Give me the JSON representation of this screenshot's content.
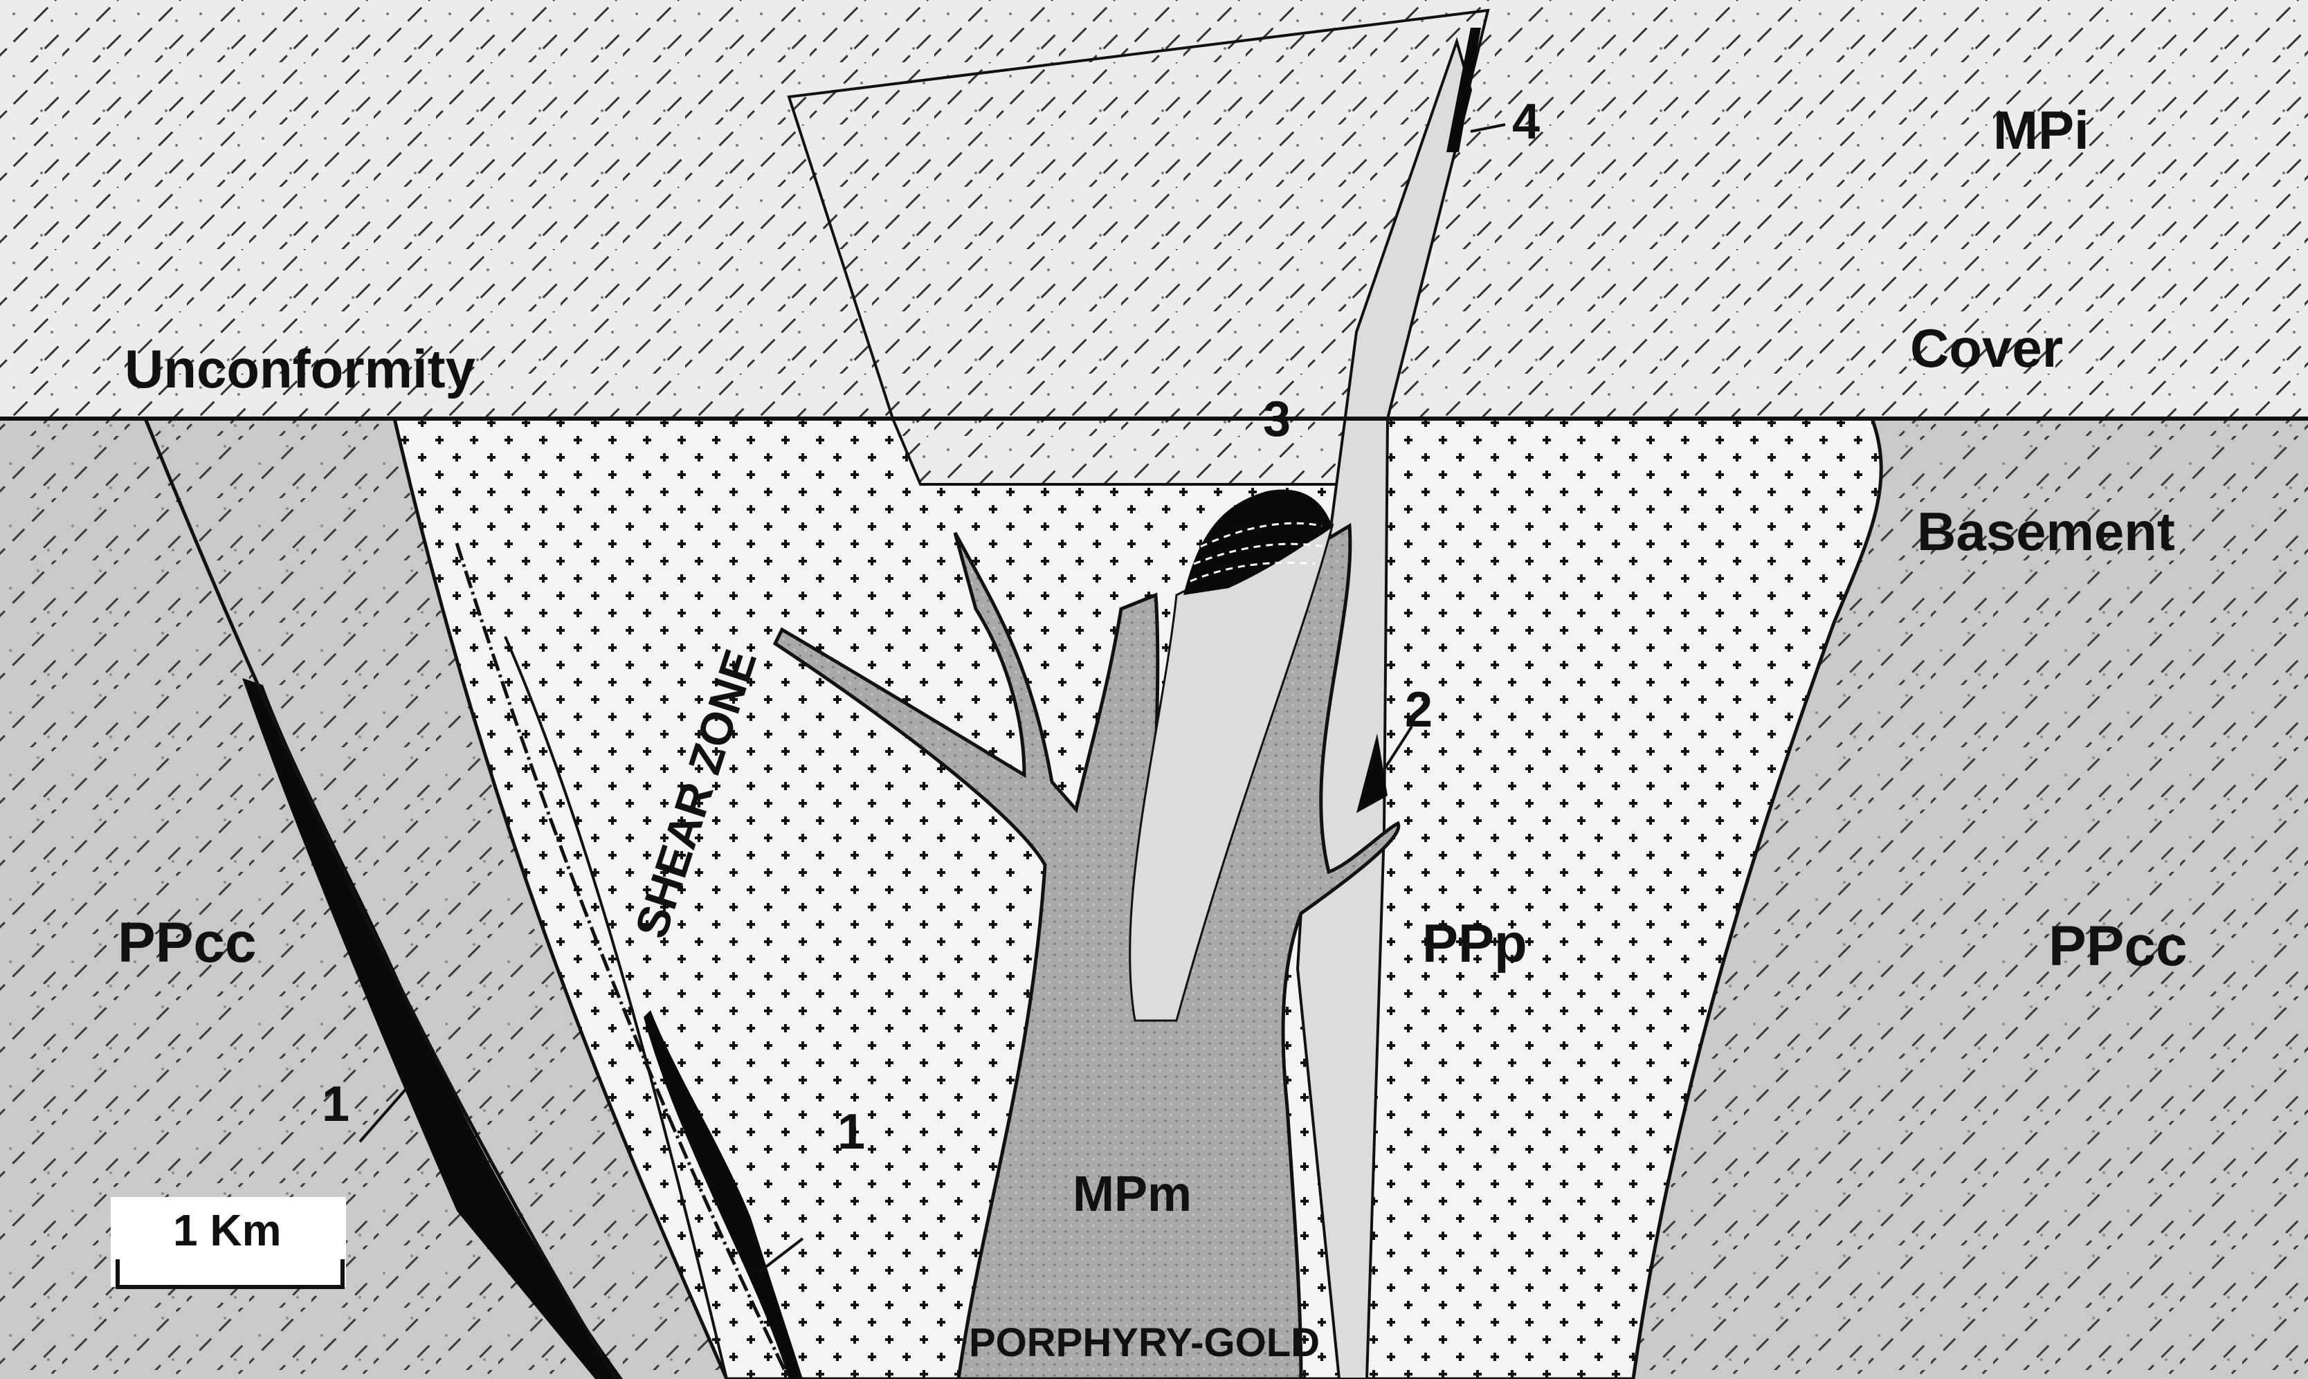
{
  "labels": {
    "unit_mpi": "MPi",
    "cover": "Cover",
    "unconformity": "Unconformity",
    "basement": "Basement",
    "ppcc_left": "PPcc",
    "ppcc_right": "PPcc",
    "ppp": "PPp",
    "mpm": "MPm",
    "porphyry_gold": "PORPHYRY-GOLD",
    "shear_zone": "SHEAR ZONE",
    "deposit_1a": "1",
    "deposit_1b": "1",
    "deposit_2": "2",
    "deposit_3": "3",
    "deposit_4": "4",
    "scale": "1 Km"
  },
  "colors": {
    "cover_bg": "#ececec",
    "basement_bg": "#c9c9c9",
    "granite_bg": "#f4f4f4",
    "mpm_fill": "#a9a9a9",
    "light_intrusive": "#dcdcdc",
    "ore_black": "#0a0a0a",
    "line": "#111111"
  },
  "patterns": {
    "cover": "diagonal-dash-dotted",
    "basement": "diagonal-dash-stippled",
    "granite_ppp": "crosses",
    "mpm": "stipple"
  }
}
